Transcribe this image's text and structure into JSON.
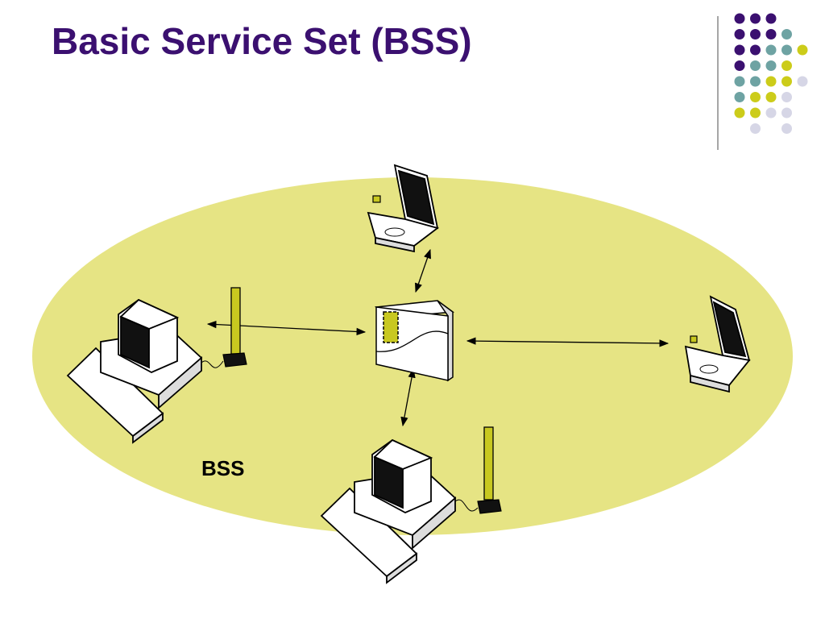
{
  "slide": {
    "title": "Basic Service Set (BSS)"
  },
  "diagram": {
    "bss_label": "BSS",
    "colors": {
      "title": "#3b1070",
      "bss_area": "#e6e484",
      "accent_yellow": "#c8c820",
      "dot_purple": "#3b1070",
      "dot_teal": "#6ea3a3",
      "dot_yellow": "#cccc1a",
      "dot_lavender": "#d6d6e6",
      "divider": "#888888"
    },
    "nodes": [
      {
        "name": "access-point",
        "icon": "access-point-icon"
      },
      {
        "name": "laptop-top",
        "icon": "laptop-icon"
      },
      {
        "name": "laptop-right",
        "icon": "laptop-icon"
      },
      {
        "name": "desktop-left",
        "icon": "desktop-computer-icon"
      },
      {
        "name": "desktop-bottom",
        "icon": "desktop-computer-icon"
      }
    ],
    "links": [
      {
        "from": "access-point",
        "to": "laptop-top"
      },
      {
        "from": "access-point",
        "to": "laptop-right"
      },
      {
        "from": "access-point",
        "to": "desktop-left"
      },
      {
        "from": "access-point",
        "to": "desktop-bottom"
      }
    ]
  },
  "decoration": {
    "dot_grid": [
      [
        "purple",
        "purple",
        "purple",
        "",
        "",
        ""
      ],
      [
        "purple",
        "purple",
        "purple",
        "teal",
        "",
        ""
      ],
      [
        "purple",
        "purple",
        "teal",
        "teal",
        "yellow",
        ""
      ],
      [
        "purple",
        "teal",
        "teal",
        "yellow",
        "",
        ""
      ],
      [
        "teal",
        "teal",
        "yellow",
        "yellow",
        "lavender",
        ""
      ],
      [
        "teal",
        "yellow",
        "yellow",
        "lavender",
        "",
        ""
      ],
      [
        "yellow",
        "yellow",
        "lavender",
        "lavender",
        "",
        ""
      ],
      [
        "",
        "lavender",
        "",
        "lavender",
        "",
        ""
      ]
    ]
  }
}
